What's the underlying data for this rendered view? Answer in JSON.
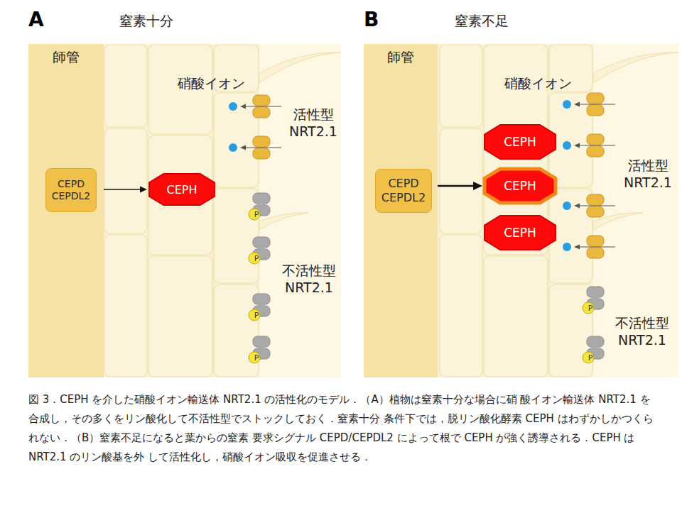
{
  "diagram": {
    "caption": "図 3．CEPH を介した硝酸イオン輸送体 NRT2.1 の活性化のモデル．（A）植物は窒素十分な場合に硝 酸イオン輸送体 NRT2.1 を合成し，その多くをリン酸化して不活性型でストックしておく．窒素十分 条件下では，脱リン酸化酵素 CEPH はわずかしかつくられない．（B）窒素不足になると葉からの窒素 要求シグナル CEPD/CEPDL2 によって根で CEPH が強く誘導される．CEPH は NRT2.1 のリン酸基を外 して活性化し，硝酸イオン吸収を促進させる．",
    "nodes": [
      {
        "text": [
          "師管"
        ]
      },
      {
        "text": [
          "CEPD CEPDL2"
        ],
        "in": 0
      },
      {
        "text": [
          "CEPH"
        ]
      },
      {
        "text": [
          "師管"
        ]
      },
      {
        "text": [
          "CEPD CEPDL2"
        ],
        "in": 3
      },
      {
        "text": [
          "CEPH"
        ]
      },
      {
        "text": [
          "CEPH"
        ]
      },
      {
        "text": [
          "CEPH"
        ]
      }
    ],
    "edges": [
      {
        "from": 0,
        "to": 1,
        "arrow": "to"
      },
      {
        "from": 1,
        "to": 2,
        "arrow": "to"
      },
      {
        "from": 3,
        "to": 4,
        "arrow": "to"
      },
      {
        "from": 4,
        "to": 6,
        "arrow": "to"
      }
    ],
    "labels": [
      "A",
      "窒素十分",
      "硝酸イオン",
      "活性型 NRT2.1",
      "不活性型 NRT2.1",
      "P",
      "P",
      "P",
      "P",
      "B",
      "窒素不足",
      "硝酸イオン",
      "活性型 NRT2.1",
      "不活性型 NRT2.1",
      "P",
      "P"
    ]
  }
}
